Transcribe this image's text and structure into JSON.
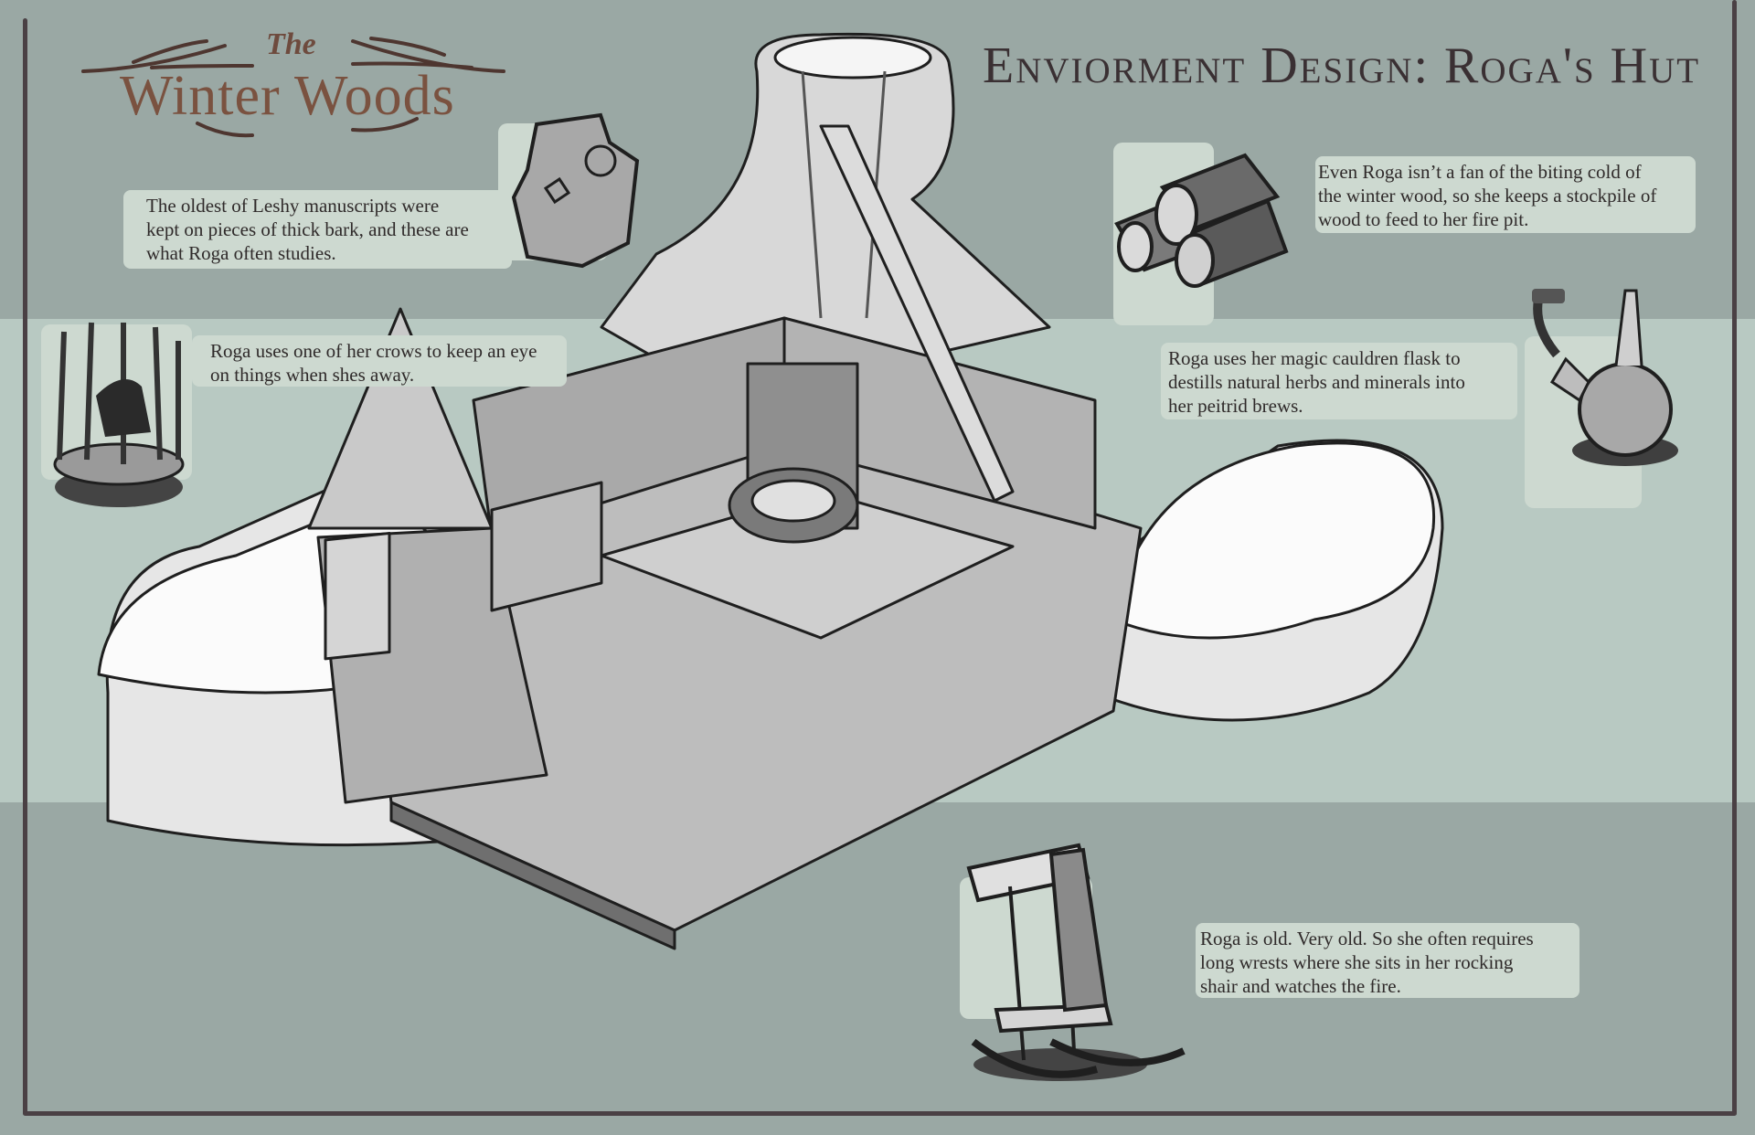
{
  "logo": {
    "small": "The",
    "main": "Winter Woods"
  },
  "title": "Enviorment Design: Roga's Hut",
  "captions": {
    "manuscripts": [
      "The oldest of Leshy manuscripts were",
      "kept on pieces of thick bark, and these are",
      "what Roga often studies."
    ],
    "crow": [
      "Roga uses one of her crows to keep an eye",
      "on things when shes away."
    ],
    "firewood": [
      "Even Roga isn’t a fan of the biting cold of",
      "the winter wood, so she keeps a stockpile of",
      "wood to feed to her fire pit."
    ],
    "cauldron": [
      "Roga uses her magic cauldren flask to",
      "destills natural herbs and minerals into",
      "her peitrid brews."
    ],
    "chair": [
      "Roga is old. Very old. So she often requires",
      "long wrests where she sits in her rocking",
      "shair and watches the fire."
    ]
  },
  "colors": {
    "background": "#9aa8a4",
    "band": "#b8c9c2",
    "caption_box": "#cdd9d0",
    "frame": "#4a4044",
    "logo": "#7a5240"
  }
}
